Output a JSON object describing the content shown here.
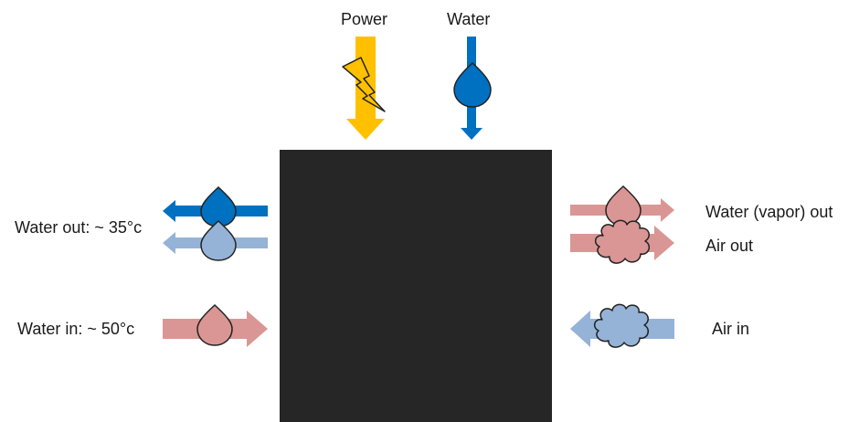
{
  "labels": {
    "power": "Power",
    "water": "Water",
    "water_out": "Water out: ~ 35°c",
    "water_in": "Water in: ~ 50°c",
    "water_vapor_out": "Water (vapor) out",
    "air_out": "Air out",
    "air_in": "Air in"
  },
  "colors": {
    "box": "#262626",
    "power": "#ffc000",
    "water_blue": "#0070c0",
    "cool_blue": "#95b3d7",
    "warm_red": "#da9694",
    "outline": "#222222"
  },
  "icons": {
    "power": "lightning-icon",
    "water": "water-drop-icon",
    "air": "cloud-icon"
  }
}
